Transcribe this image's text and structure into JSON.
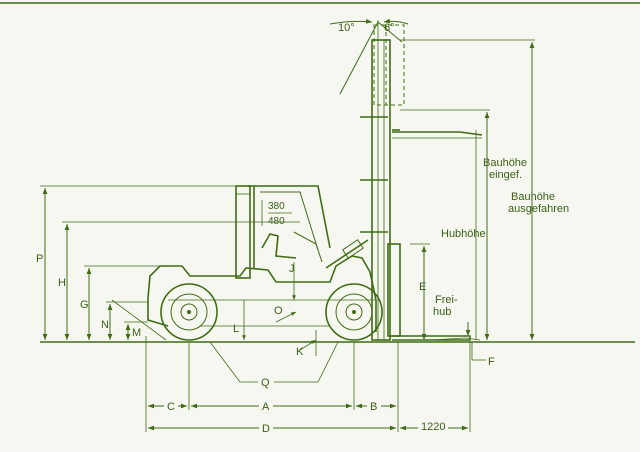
{
  "angles": {
    "tilt_back": "10°",
    "tilt_forward": "6°"
  },
  "cabin": {
    "height_1": "380",
    "height_2": "480"
  },
  "dimension_labels": {
    "P": "P",
    "H": "H",
    "G": "G",
    "N": "N",
    "M": "M",
    "L": "L",
    "O": "O",
    "J": "J",
    "K": "K",
    "E": "E",
    "F": "F",
    "Q": "Q",
    "A": "A",
    "B": "B",
    "C": "C",
    "D": "D"
  },
  "right_labels": {
    "bauhoehe_eingef_1": "Bauhöhe",
    "bauhoehe_eingef_2": "eingef.",
    "bauhoehe_ausgef_1": "Bauhöhe",
    "bauhoehe_ausgef_2": "ausgefahren",
    "hubhoehe": "Hubhöhe",
    "freihub_1": "Frei-",
    "freihub_2": "hub"
  },
  "fork_length": "1220",
  "colors": {
    "line": "#3f6d15",
    "background": "#f7f7f1"
  }
}
